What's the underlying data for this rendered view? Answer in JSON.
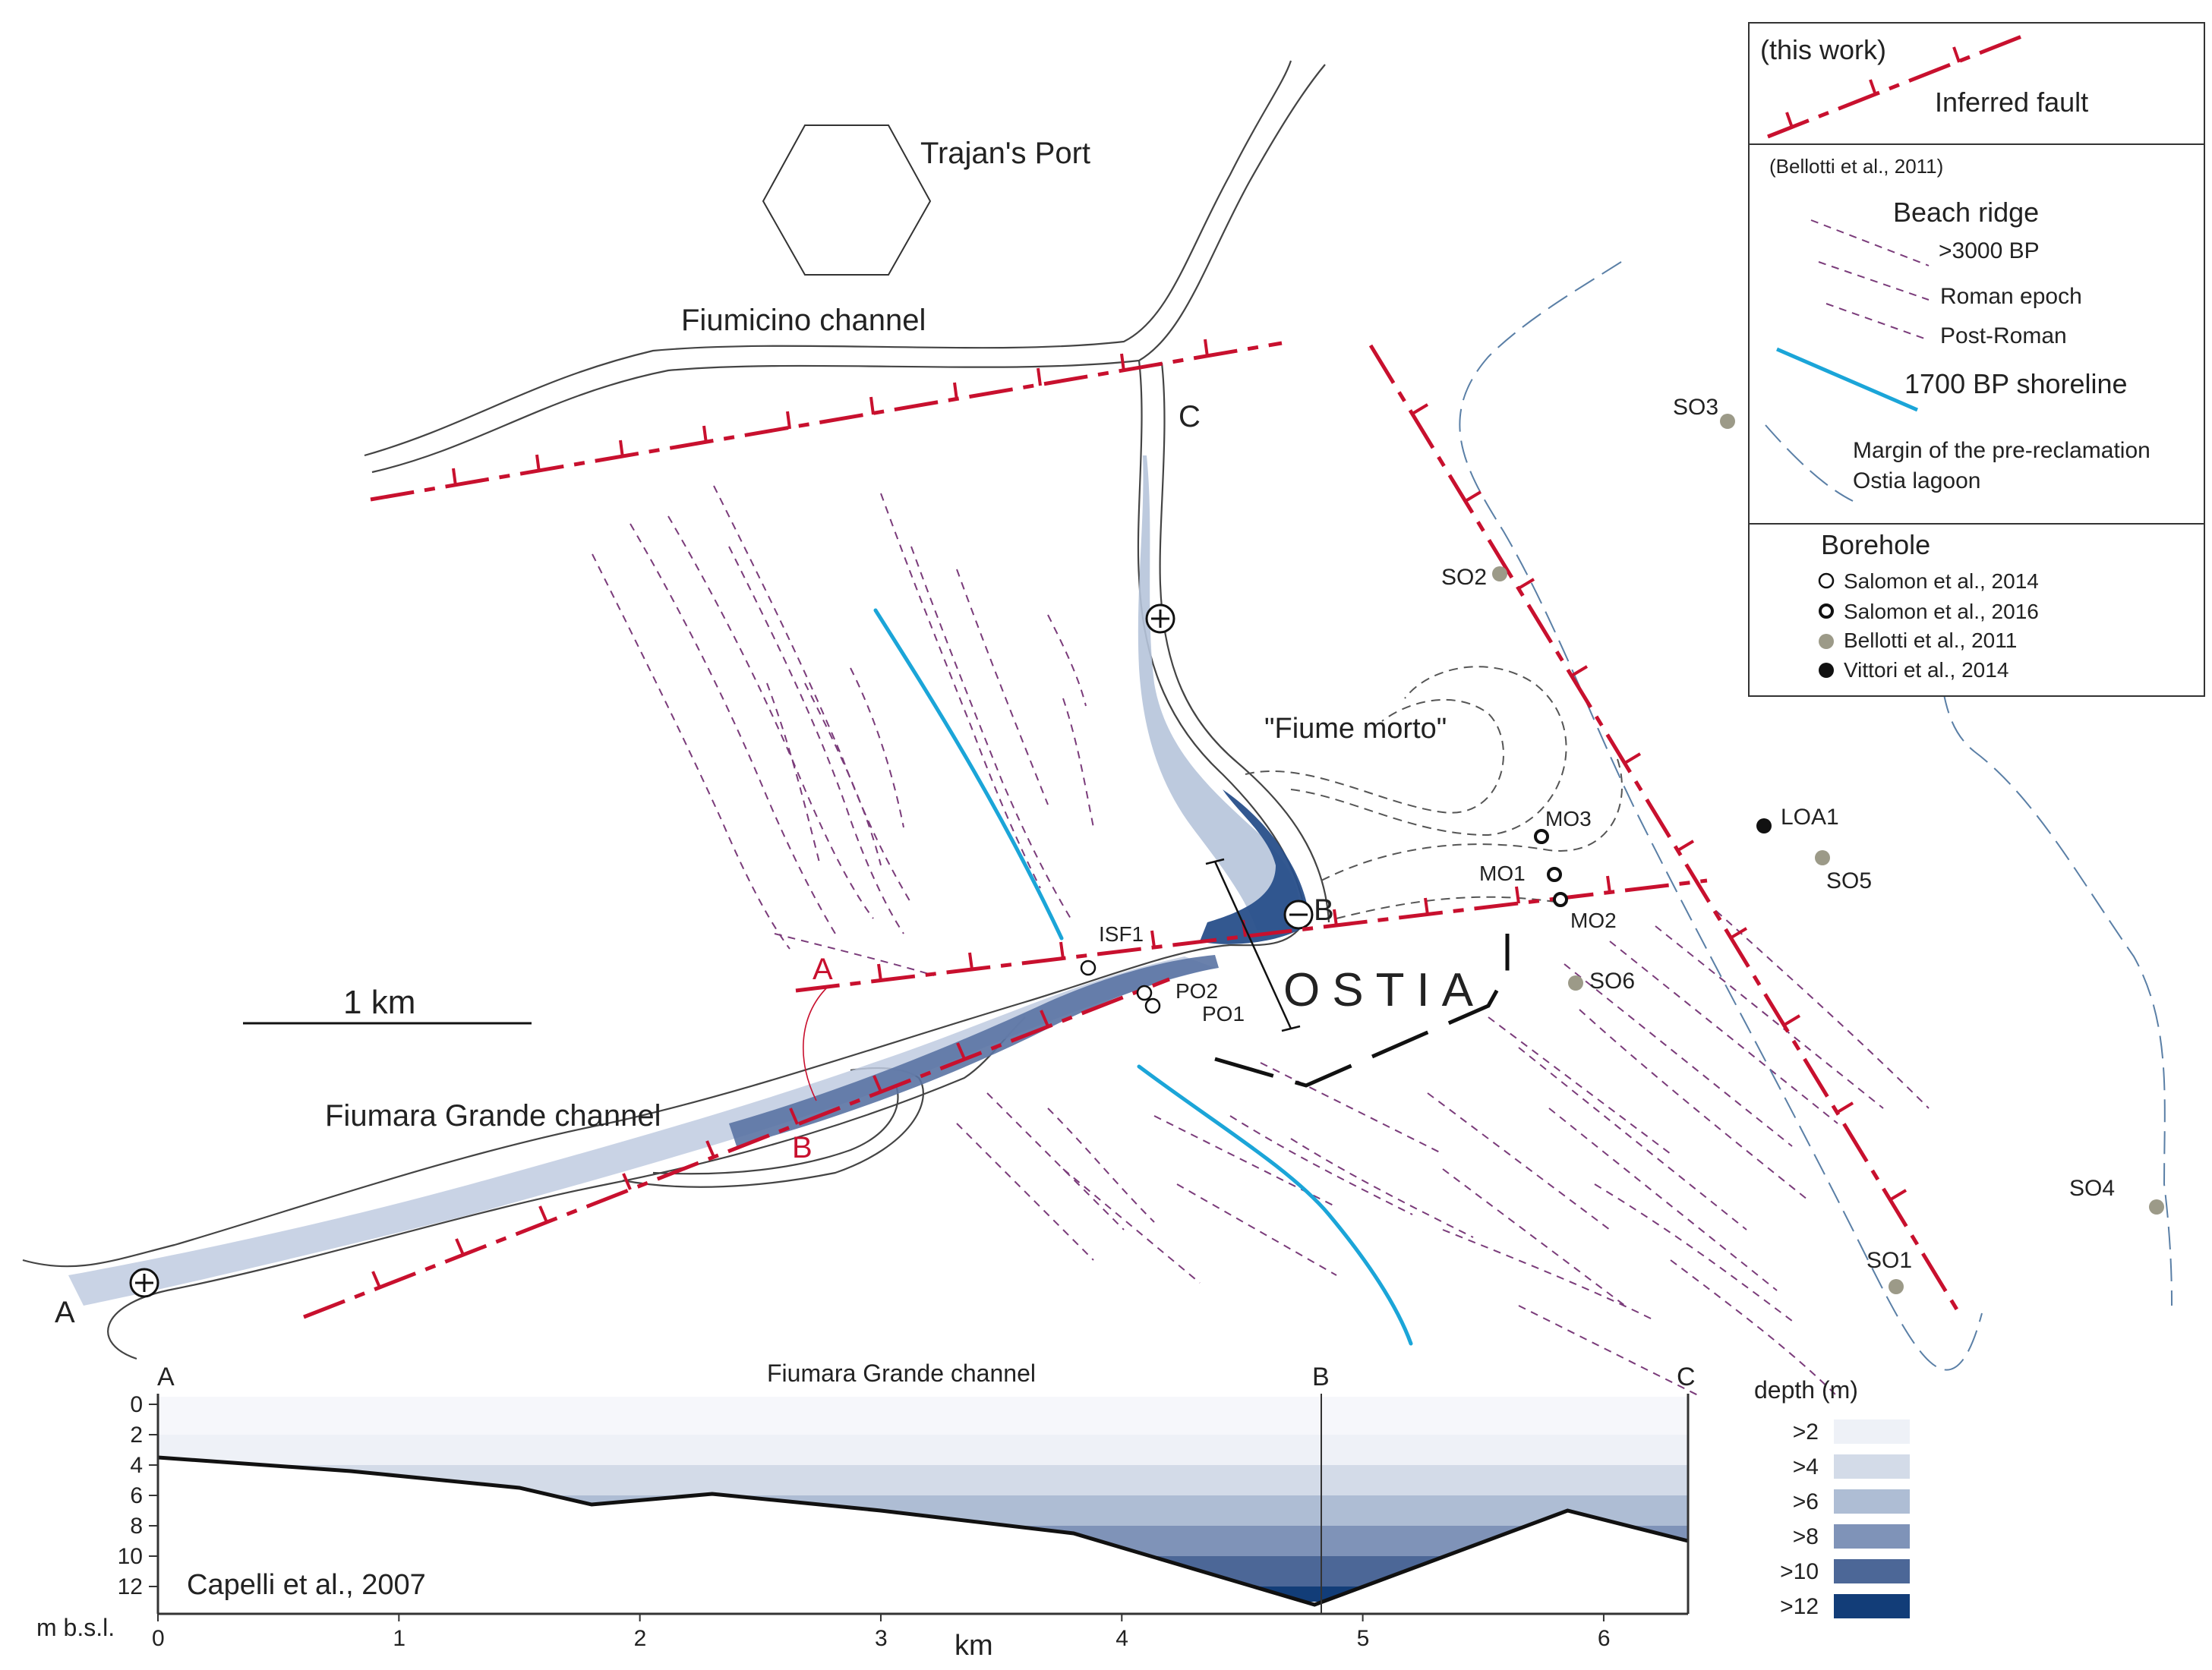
{
  "legend": {
    "this_work": "(this work)",
    "inferred_fault": "Inferred fault",
    "bellotti_ref": "(Bellotti et al., 2011)",
    "beach_ridge": "Beach ridge",
    "br_3000": ">3000 BP",
    "br_roman": "Roman epoch",
    "br_post": "Post-Roman",
    "shoreline": "1700 BP shoreline",
    "lagoon_1": "Margin of the pre-reclamation",
    "lagoon_2": "Ostia lagoon",
    "borehole": "Borehole",
    "bh_salomon14": "Salomon et al., 2014",
    "bh_salomon16": "Salomon et al., 2016",
    "bh_bellotti": "Bellotti et al., 2011",
    "bh_vittori": "Vittori et al., 2014"
  },
  "map_labels": {
    "trajans_port": "Trajan's Port",
    "fiumicino": "Fiumicino channel",
    "fiumara": "Fiumara Grande channel",
    "fiume_morto": "\"Fiume morto\"",
    "ostia": "OSTIA",
    "scale": "1 km",
    "pt_a": "A",
    "pt_b": "B",
    "pt_c": "C",
    "fault_a": "A",
    "fault_b": "B"
  },
  "boreholes": [
    {
      "id": "SO3",
      "type": "bellotti"
    },
    {
      "id": "SO2",
      "type": "bellotti"
    },
    {
      "id": "MO3",
      "type": "salomon16"
    },
    {
      "id": "MO1",
      "type": "salomon16"
    },
    {
      "id": "MO2",
      "type": "salomon16"
    },
    {
      "id": "LOA1",
      "type": "vittori"
    },
    {
      "id": "SO5",
      "type": "bellotti"
    },
    {
      "id": "SO6",
      "type": "bellotti"
    },
    {
      "id": "ISF1",
      "type": "salomon14"
    },
    {
      "id": "PO2",
      "type": "salomon14"
    },
    {
      "id": "PO1",
      "type": "salomon14"
    },
    {
      "id": "SO4",
      "type": "bellotti"
    },
    {
      "id": "SO1",
      "type": "bellotti"
    }
  ],
  "profile": {
    "title": "Fiumara Grande channel",
    "source": "Capelli et al., 2007",
    "y_unit": "m b.s.l.",
    "x_unit": "km",
    "x_ticks": [
      "0",
      "1",
      "2",
      "3",
      "4",
      "5",
      "6"
    ],
    "y_ticks": [
      "0",
      "2",
      "4",
      "6",
      "8",
      "10",
      "12"
    ],
    "sections": [
      "A",
      "B",
      "C"
    ],
    "depth_title": "depth (m)",
    "depth_classes": [
      {
        "label": ">2",
        "color": "#eef1f7"
      },
      {
        "label": ">4",
        "color": "#d3dbe8"
      },
      {
        "label": ">6",
        "color": "#aebdd4"
      },
      {
        "label": ">8",
        "color": "#7f93b8"
      },
      {
        "label": ">10",
        "color": "#4c6797"
      },
      {
        "label": ">12",
        "color": "#123d78"
      }
    ]
  },
  "chart_data": {
    "type": "area",
    "title": "Fiumara Grande channel",
    "xlabel": "km",
    "ylabel": "m b.s.l.",
    "xlim": [
      0,
      6.35
    ],
    "ylim": [
      0,
      13.5
    ],
    "x": [
      0,
      0.8,
      1.5,
      1.8,
      2.3,
      3.0,
      3.8,
      4.8,
      5.85,
      6.35
    ],
    "y": [
      3.5,
      4.4,
      5.5,
      6.6,
      5.9,
      7.0,
      8.5,
      13.2,
      7.0,
      9.0
    ]
  },
  "colors": {
    "fault": "#c8102e",
    "shoreline": "#1ba5d8",
    "beach_ridge": "#7a3b7a",
    "lagoon": "#5a7fa6",
    "borehole_grey": "#9c9a88"
  }
}
